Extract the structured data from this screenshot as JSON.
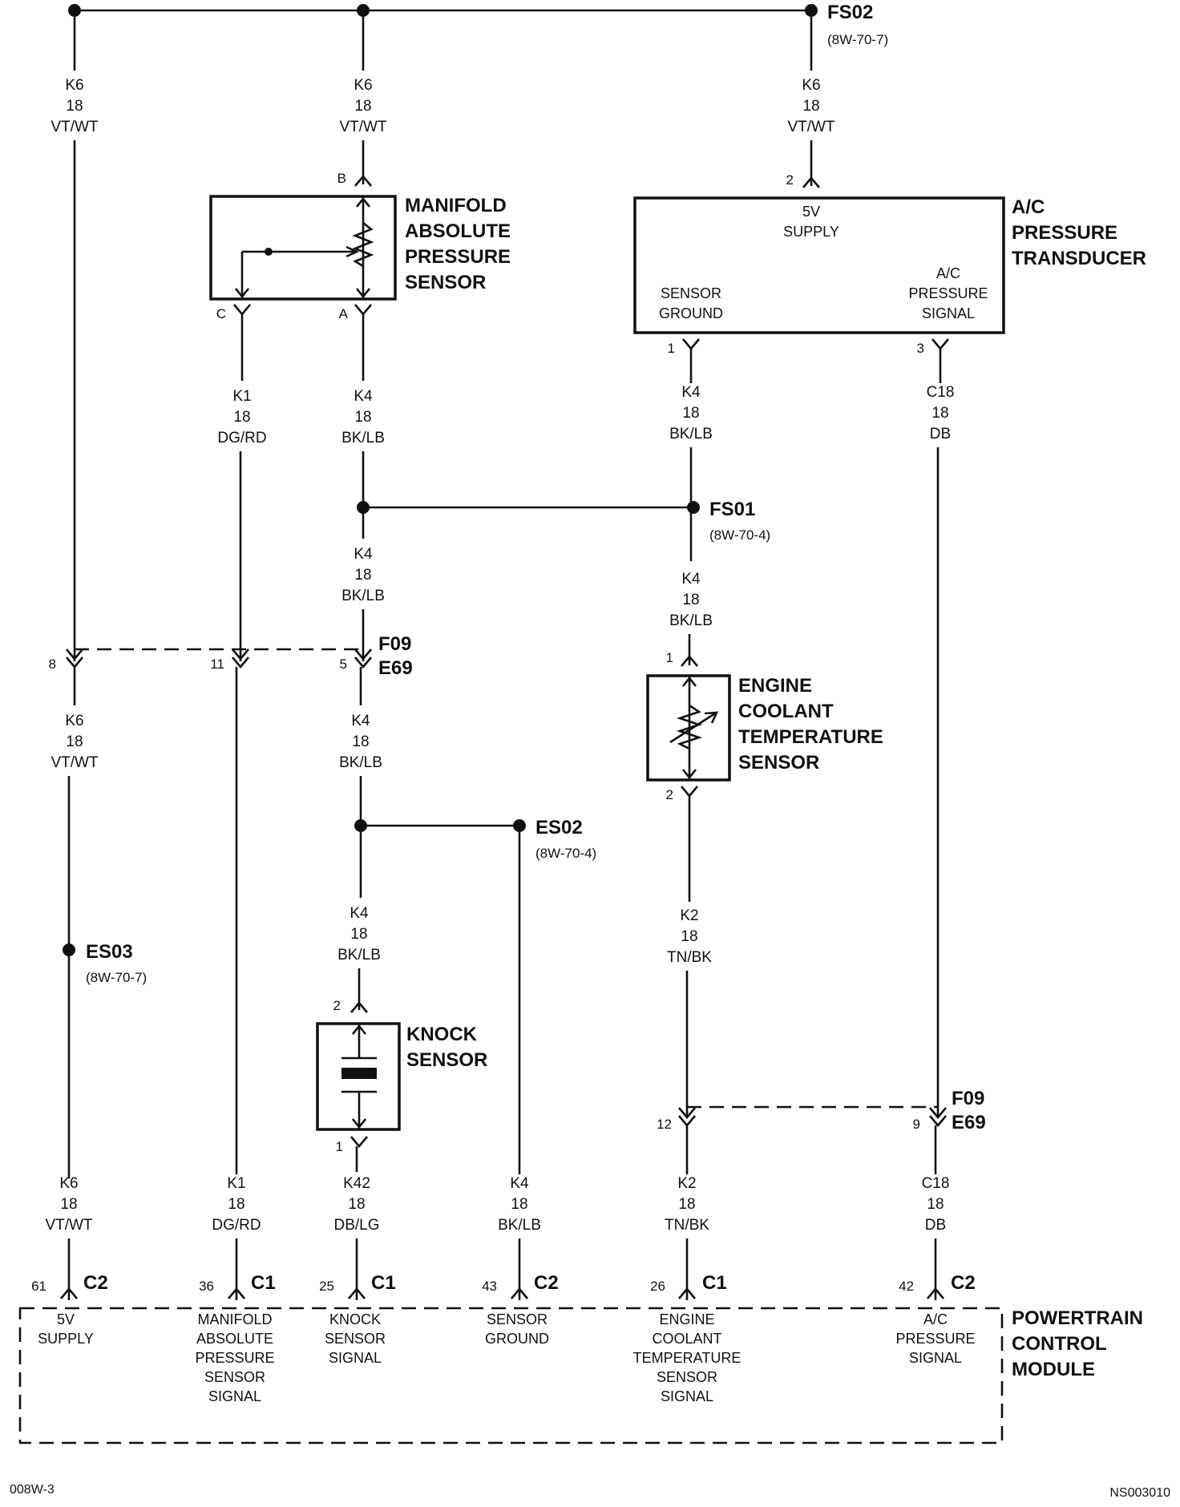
{
  "splices": {
    "fs02": {
      "name": "FS02",
      "ref": "(8W-70-7)"
    },
    "fs01": {
      "name": "FS01",
      "ref": "(8W-70-4)"
    },
    "es02": {
      "name": "ES02",
      "ref": "(8W-70-4)"
    },
    "es03": {
      "name": "ES03",
      "ref": "(8W-70-7)"
    }
  },
  "wires": {
    "k6": {
      "circuit": "K6",
      "gauge": "18",
      "color": "VT/WT"
    },
    "k4": {
      "circuit": "K4",
      "gauge": "18",
      "color": "BK/LB"
    },
    "k1": {
      "circuit": "K1",
      "gauge": "18",
      "color": "DG/RD"
    },
    "c18": {
      "circuit": "C18",
      "gauge": "18",
      "color": "DB"
    },
    "k2": {
      "circuit": "K2",
      "gauge": "18",
      "color": "TN/BK"
    },
    "k42": {
      "circuit": "K42",
      "gauge": "18",
      "color": "DB/LG"
    }
  },
  "components": {
    "map_sensor": {
      "line1": "MANIFOLD",
      "line2": "ABSOLUTE",
      "line3": "PRESSURE",
      "line4": "SENSOR",
      "pin_b": "B",
      "pin_c": "C",
      "pin_a": "A"
    },
    "ac_transducer": {
      "line1": "A/C",
      "line2": "PRESSURE",
      "line3": "TRANSDUCER",
      "supply1": "5V",
      "supply2": "SUPPLY",
      "ground1": "SENSOR",
      "ground2": "GROUND",
      "signal1": "A/C",
      "signal2": "PRESSURE",
      "signal3": "SIGNAL",
      "pin_2": "2",
      "pin_1": "1",
      "pin_3": "3"
    },
    "ect_sensor": {
      "line1": "ENGINE",
      "line2": "COOLANT",
      "line3": "TEMPERATURE",
      "line4": "SENSOR",
      "pin_1": "1",
      "pin_2": "2"
    },
    "knock_sensor": {
      "line1": "KNOCK",
      "line2": "SENSOR",
      "pin_2": "2",
      "pin_1": "1"
    }
  },
  "inline_connector": {
    "upper": {
      "name1": "F09",
      "name2": "E69",
      "pins": [
        "8",
        "11",
        "5"
      ]
    },
    "lower": {
      "name1": "F09",
      "name2": "E69",
      "pins": [
        "12",
        "9"
      ]
    }
  },
  "pcm": {
    "line1": "POWERTRAIN",
    "line2": "CONTROL",
    "line3": "MODULE",
    "terminals": [
      {
        "pin": "61",
        "conn": "C2",
        "label": [
          "5V",
          "SUPPLY"
        ]
      },
      {
        "pin": "36",
        "conn": "C1",
        "label": [
          "MANIFOLD",
          "ABSOLUTE",
          "PRESSURE",
          "SENSOR",
          "SIGNAL"
        ]
      },
      {
        "pin": "25",
        "conn": "C1",
        "label": [
          "KNOCK",
          "SENSOR",
          "SIGNAL"
        ]
      },
      {
        "pin": "43",
        "conn": "C2",
        "label": [
          "SENSOR",
          "GROUND"
        ]
      },
      {
        "pin": "26",
        "conn": "C1",
        "label": [
          "ENGINE",
          "COOLANT",
          "TEMPERATURE",
          "SENSOR",
          "SIGNAL"
        ]
      },
      {
        "pin": "42",
        "conn": "C2",
        "label": [
          "A/C",
          "PRESSURE",
          "SIGNAL"
        ]
      }
    ]
  },
  "footer": {
    "left": "008W-3",
    "right": "NS003010"
  }
}
